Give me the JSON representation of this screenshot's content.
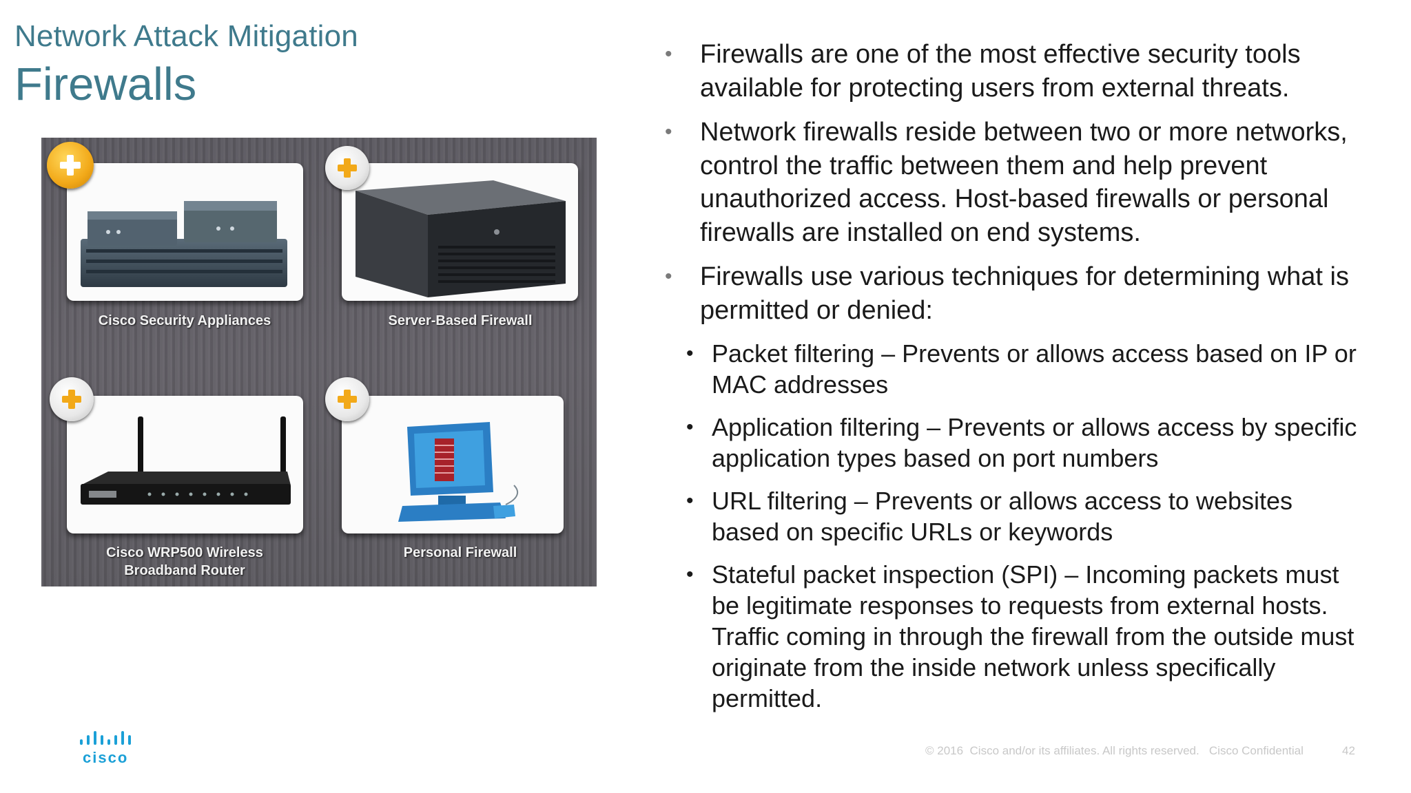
{
  "header": {
    "subtitle": "Network Attack Mitigation",
    "title": "Firewalls"
  },
  "panel": {
    "cards": [
      {
        "label": "Cisco Security Appliances",
        "icon": "security-appliance-image",
        "button_state": "active"
      },
      {
        "label": "Server-Based Firewall",
        "icon": "server-image",
        "button_state": "inactive"
      },
      {
        "label": "Cisco WRP500 Wireless\nBroadband Router",
        "label_line1": "Cisco WRP500 Wireless",
        "label_line2": "Broadband Router",
        "icon": "router-image",
        "button_state": "inactive"
      },
      {
        "label": "Personal Firewall",
        "icon": "personal-firewall-image",
        "button_state": "inactive"
      }
    ],
    "colors": {
      "active_button": "#f2a919",
      "panel_bg": "#5f5d63",
      "title": "#3f7a8c"
    }
  },
  "bullets": {
    "items": [
      "Firewalls are one of the most effective security tools available for protecting users from external threats.",
      "Network firewalls reside between two or more networks, control the traffic between them and help prevent unauthorized access.  Host-based firewalls or personal firewalls are installed on end systems.",
      "Firewalls use various techniques for determining what is permitted or denied:"
    ],
    "sub_items": [
      "Packet filtering – Prevents or allows access based on IP or MAC addresses",
      "Application filtering – Prevents or allows access by specific application types based on port numbers",
      "URL filtering – Prevents or allows access to websites based on specific URLs or keywords",
      "Stateful packet inspection (SPI) – Incoming packets must be legitimate responses to requests from external hosts.  Traffic coming in through the firewall from the outside must originate from the inside network unless specifically permitted."
    ]
  },
  "footer": {
    "logo_text": "cisco",
    "copyright": "© 2016  Cisco and/or its affiliates. All rights reserved.   Cisco Confidential",
    "page_number": "42"
  }
}
